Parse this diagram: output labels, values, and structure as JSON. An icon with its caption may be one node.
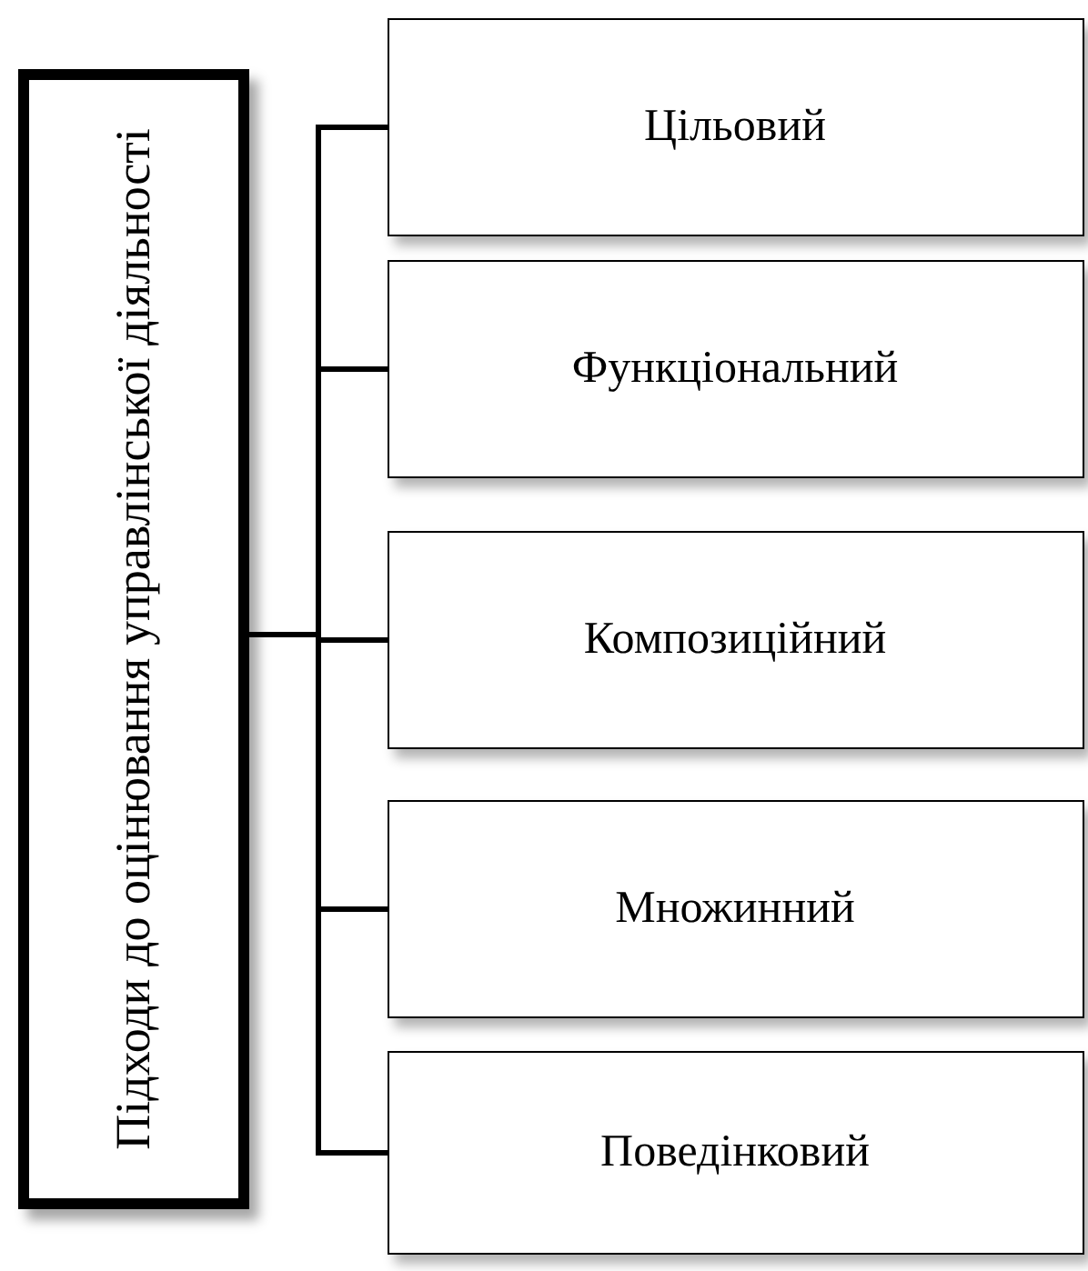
{
  "diagram": {
    "nodes": [
      {
        "text": [
          "Підходи до оцінювання управлінської діяльності"
        ]
      },
      {
        "text": [
          "Цільовий"
        ]
      },
      {
        "text": [
          "Функціональний"
        ]
      },
      {
        "text": [
          "Композиційний"
        ]
      },
      {
        "text": [
          "Множинний"
        ]
      },
      {
        "text": [
          "Поведінковий"
        ]
      }
    ],
    "edges": [
      {
        "from": 0,
        "to": 1,
        "arrow": "none"
      },
      {
        "from": 0,
        "to": 2,
        "arrow": "none"
      },
      {
        "from": 0,
        "to": 3,
        "arrow": "none"
      },
      {
        "from": 0,
        "to": 4,
        "arrow": "none"
      },
      {
        "from": 0,
        "to": 5,
        "arrow": "none"
      }
    ]
  }
}
